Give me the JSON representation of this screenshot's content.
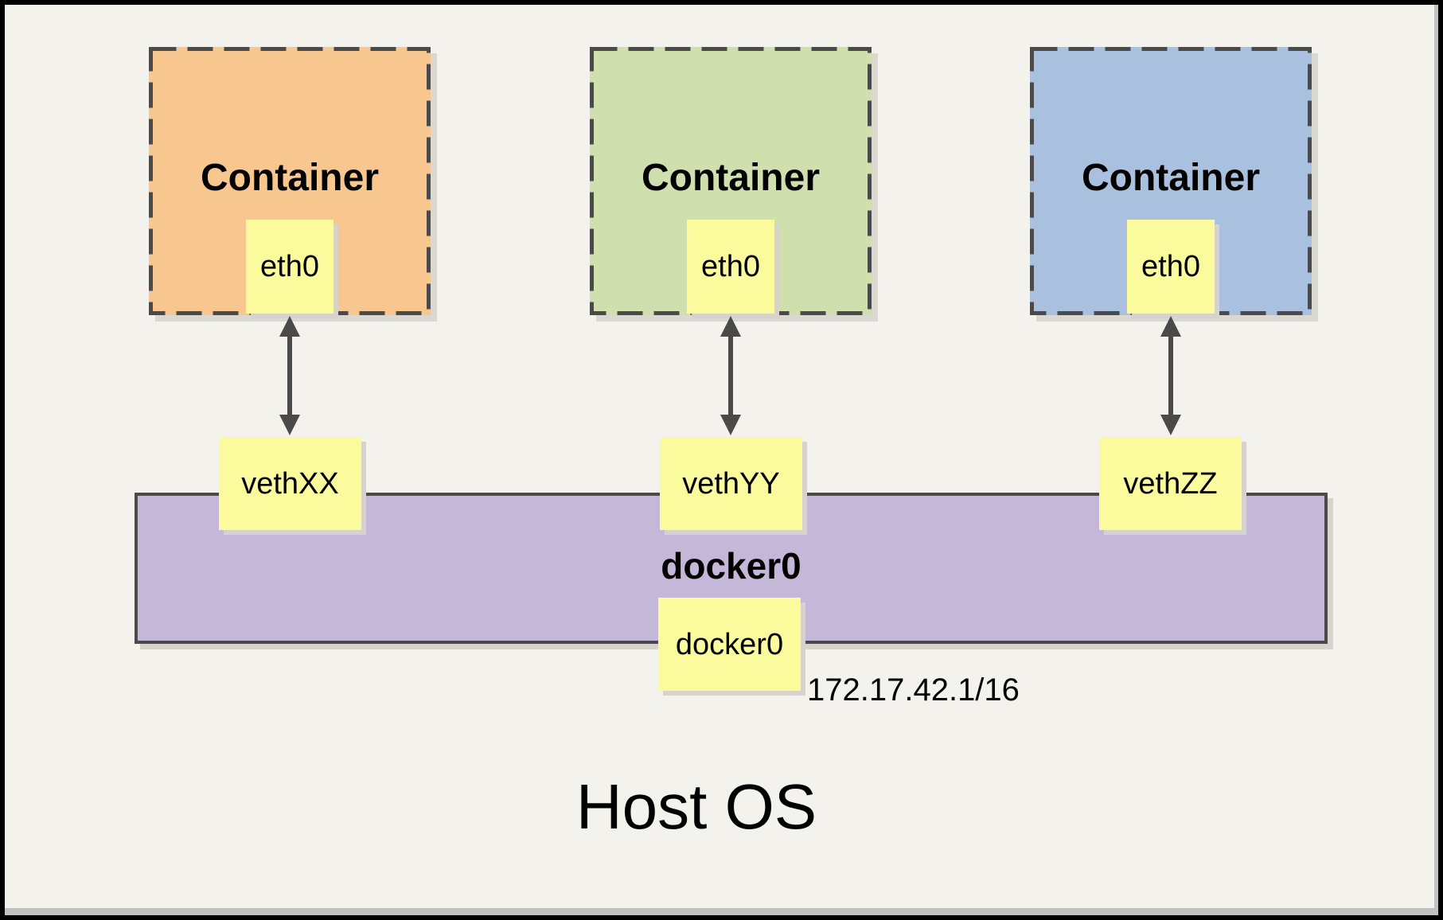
{
  "containers": [
    {
      "label": "Container",
      "interface": "eth0",
      "fill": "#f7c78f"
    },
    {
      "label": "Container",
      "interface": "eth0",
      "fill": "#cfdfad"
    },
    {
      "label": "Container",
      "interface": "eth0",
      "fill": "#a9c0df"
    }
  ],
  "veth_interfaces": [
    {
      "label": "vethXX"
    },
    {
      "label": "vethYY"
    },
    {
      "label": "vethZZ"
    }
  ],
  "bridge": {
    "label": "docker0",
    "interface_label": "docker0",
    "ip": "172.17.42.1/16",
    "fill": "#c5b7d7"
  },
  "host": {
    "label": "Host OS"
  },
  "colors": {
    "background": "#f4f2ec",
    "interface_box": "#fbfb9d",
    "dashed_border": "#4a4a4a",
    "arrow": "#4a4a4a",
    "frame": "#000000",
    "shadow": "#d6d3cc"
  }
}
